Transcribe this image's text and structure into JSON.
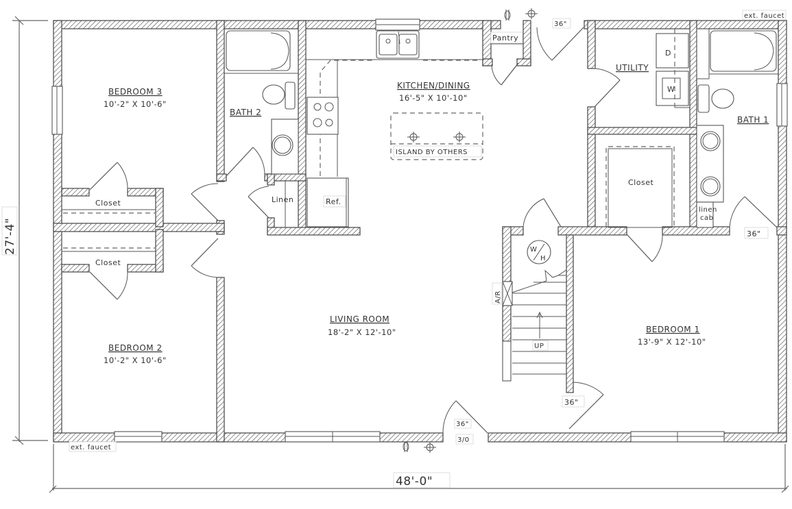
{
  "plan": {
    "overall_width": "48'-0\"",
    "overall_depth": "27'-4\"",
    "rooms": {
      "bedroom3": {
        "name": "BEDROOM 3",
        "size": "10'-2\" X 10'-6\""
      },
      "bedroom2": {
        "name": "BEDROOM 2",
        "size": "10'-2\" X 10'-6\""
      },
      "bath2": {
        "name": "BATH 2"
      },
      "kitchen": {
        "name": "KITCHEN/DINING",
        "size": "16'-5\" X 10'-10\""
      },
      "living": {
        "name": "LIVING ROOM",
        "size": "18'-2\" X 12'-10\""
      },
      "utility": {
        "name": "UTILITY"
      },
      "bath1": {
        "name": "BATH 1"
      },
      "bedroom1": {
        "name": "BEDROOM 1",
        "size": "13'-9\" X 12'-10\""
      }
    },
    "labels": {
      "closet_b3": "Closet",
      "closet_b2": "Closet",
      "closet_b1": "Closet",
      "linen": "Linen",
      "ref": "Ref.",
      "pantry": "Pantry",
      "island": "ISLAND BY OTHERS",
      "dryer": "D",
      "washer": "W",
      "linen_cab_1": "linen",
      "linen_cab_2": "cab",
      "water_heater_top": "W",
      "water_heater_bottom": "H",
      "air_return": "A/R",
      "stairs_up": "UP",
      "ext_faucet_top": "ext. faucet",
      "ext_faucet_bottom": "ext. faucet"
    },
    "door_sizes": {
      "rear_door": "36\"",
      "bath1_door": "36\"",
      "bedroom1_door": "36\"",
      "front_door": "36\"",
      "front_door_code": "3/0"
    }
  }
}
